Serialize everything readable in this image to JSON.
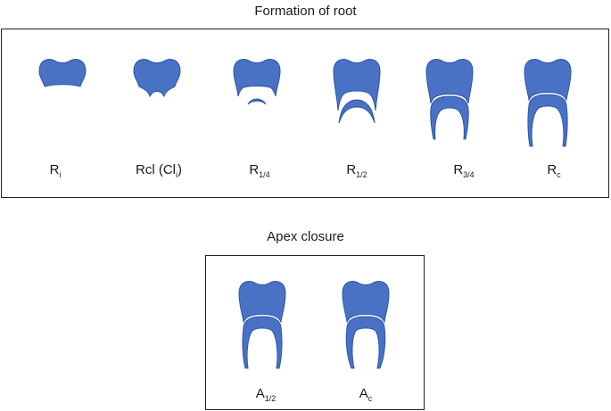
{
  "formation": {
    "title": "Formation of root",
    "stages": [
      {
        "id": "Ri",
        "base": "R",
        "sub": "i",
        "tail": "",
        "root_fraction": 0
      },
      {
        "id": "Rcl",
        "base": "Rcl (Cl",
        "sub": "i",
        "tail": ")",
        "root_fraction": 0.05
      },
      {
        "id": "R1/4",
        "base": "R",
        "sub": "1/4",
        "tail": "",
        "root_fraction": 0.25
      },
      {
        "id": "R1/2",
        "base": "R",
        "sub": "1/2",
        "tail": "",
        "root_fraction": 0.5
      },
      {
        "id": "R3/4",
        "base": "R",
        "sub": "3/4",
        "tail": "",
        "root_fraction": 0.75
      },
      {
        "id": "Rc",
        "base": "R",
        "sub": "c",
        "tail": "",
        "root_fraction": 1
      }
    ]
  },
  "apex": {
    "title": "Apex closure",
    "stages": [
      {
        "id": "A1/2",
        "base": "A",
        "sub": "1/2",
        "tail": "",
        "apex_closure": 0.5
      },
      {
        "id": "Ac",
        "base": "A",
        "sub": "c",
        "tail": "",
        "apex_closure": 1
      }
    ]
  },
  "colors": {
    "tooth_fill": "#4a72c4",
    "tooth_stroke": "#2d56a8",
    "border": "#222222"
  }
}
